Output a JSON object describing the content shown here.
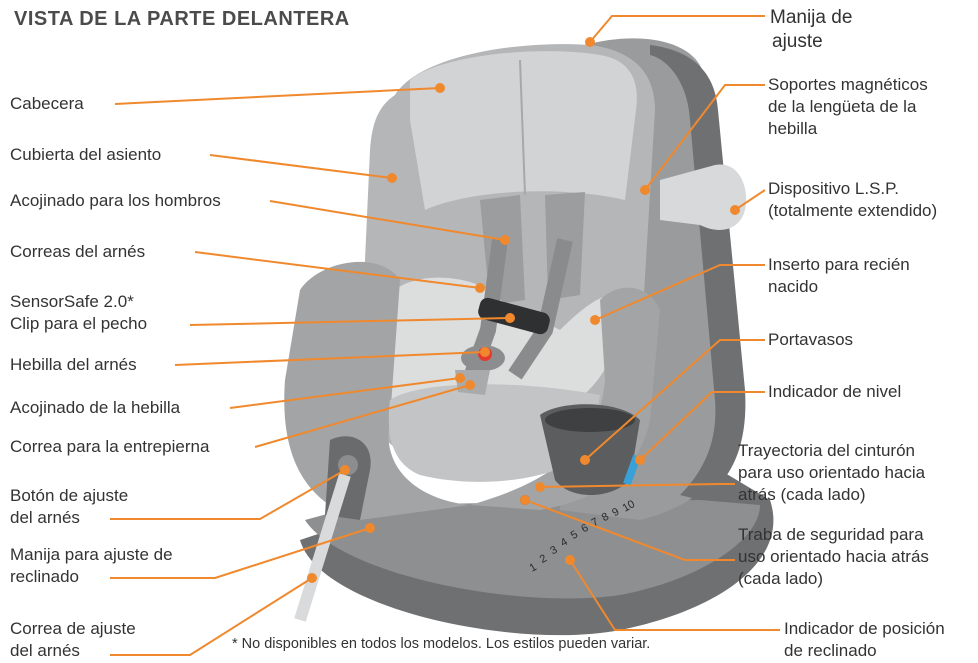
{
  "title": "VISTA DE LA PARTE DELANTERA",
  "footnote": "* No disponibles en todos los modelos. Los estilos pueden variar.",
  "left_labels": {
    "headrest": "Cabecera",
    "seat_cover": "Cubierta del asiento",
    "shoulder_pads": "Acojinado para los hombros",
    "harness_straps": "Correas del arnés",
    "chest_clip_1": "SensorSafe 2.0*",
    "chest_clip_2": "Clip para el pecho",
    "buckle": "Hebilla del arnés",
    "buckle_pad": "Acojinado de la hebilla",
    "crotch_strap": "Correa para la entrepierna",
    "harness_button_1": "Botón de ajuste",
    "harness_button_2": "del arnés",
    "recline_handle_1": "Manija para ajuste de",
    "recline_handle_2": "reclinado",
    "harness_strap_adj_1": "Correa de ajuste",
    "harness_strap_adj_2": "del arnés"
  },
  "right_labels": {
    "adjust_handle_1": "Manija de",
    "adjust_handle_2": "ajuste",
    "magnetic_1": "Soportes magnéticos",
    "magnetic_2": "de la lengüeta de la",
    "magnetic_3": "hebilla",
    "lsp_1": "Dispositivo L.S.P.",
    "lsp_2": "(totalmente extendido)",
    "insert_1": "Inserto para recién",
    "insert_2": "nacido",
    "cupholder": "Portavasos",
    "level": "Indicador de nivel",
    "belt_path_1": "Trayectoria del cinturón",
    "belt_path_2": "para uso orientado hacia",
    "belt_path_3": "atrás (cada lado)",
    "lock_1": "Traba de seguridad para",
    "lock_2": "uso orientado hacia atrás",
    "lock_3": "(cada lado)",
    "recline_ind_1": "Indicador de posición",
    "recline_ind_2": "de reclinado"
  },
  "recline_numbers": [
    "1",
    "2",
    "3",
    "4",
    "5",
    "6",
    "7",
    "8",
    "9",
    "10"
  ],
  "colors": {
    "leader": "#f0892d",
    "shell_dark": "#6f7072",
    "shell_mid": "#9a9b9d",
    "fabric": "#b5b6b8",
    "fabric_light": "#d9dadb",
    "text": "#333333",
    "indicator_blue": "#3aa0d8",
    "buckle_red": "#e53a2f"
  }
}
